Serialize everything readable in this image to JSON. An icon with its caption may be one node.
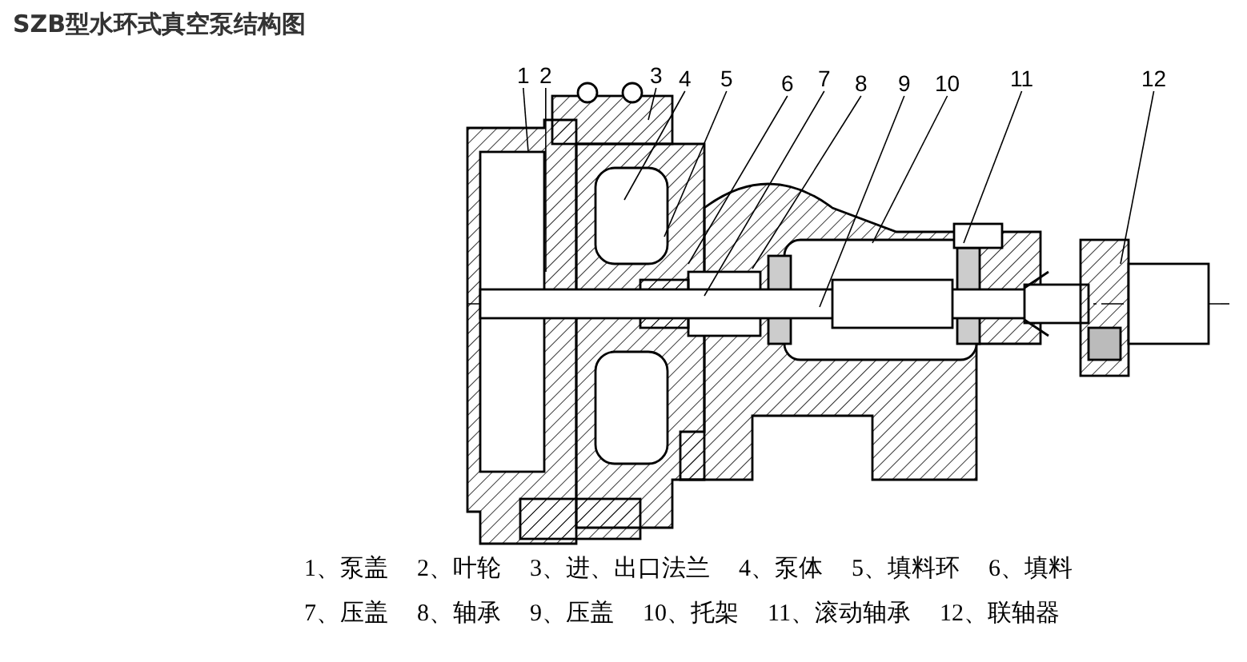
{
  "diagram": {
    "title": "SZB型水环式真空泵结构图",
    "nodes": [
      {
        "text": [
          "1"
        ]
      },
      {
        "text": [
          "2"
        ]
      },
      {
        "text": [
          "3"
        ]
      },
      {
        "text": [
          "4"
        ]
      },
      {
        "text": [
          "5"
        ]
      },
      {
        "text": [
          "6"
        ]
      },
      {
        "text": [
          "7"
        ]
      },
      {
        "text": [
          "8"
        ]
      },
      {
        "text": [
          "9"
        ]
      },
      {
        "text": [
          "10"
        ]
      },
      {
        "text": [
          "11"
        ]
      },
      {
        "text": [
          "12"
        ]
      }
    ],
    "edges": [
      {
        "from": 0,
        "to": null,
        "arrow": "none"
      },
      {
        "from": 1,
        "to": null,
        "arrow": "none"
      },
      {
        "from": 2,
        "to": null,
        "arrow": "none"
      },
      {
        "from": 3,
        "to": null,
        "arrow": "none"
      },
      {
        "from": 4,
        "to": null,
        "arrow": "none"
      },
      {
        "from": 5,
        "to": null,
        "arrow": "none"
      },
      {
        "from": 6,
        "to": null,
        "arrow": "none"
      },
      {
        "from": 7,
        "to": null,
        "arrow": "none"
      },
      {
        "from": 8,
        "to": null,
        "arrow": "none"
      },
      {
        "from": 9,
        "to": null,
        "arrow": "none"
      },
      {
        "from": 10,
        "to": null,
        "arrow": "none"
      },
      {
        "from": 11,
        "to": null,
        "arrow": "none"
      }
    ],
    "labels": [
      "1、泵盖",
      "2、叶轮",
      "3、进、出口法兰",
      "4、泵体",
      "5、填料环",
      "6、填料",
      "7、压盖",
      "8、轴承",
      "9、压盖",
      "10、托架",
      "11、滚动轴承",
      "12、联轴器"
    ]
  }
}
